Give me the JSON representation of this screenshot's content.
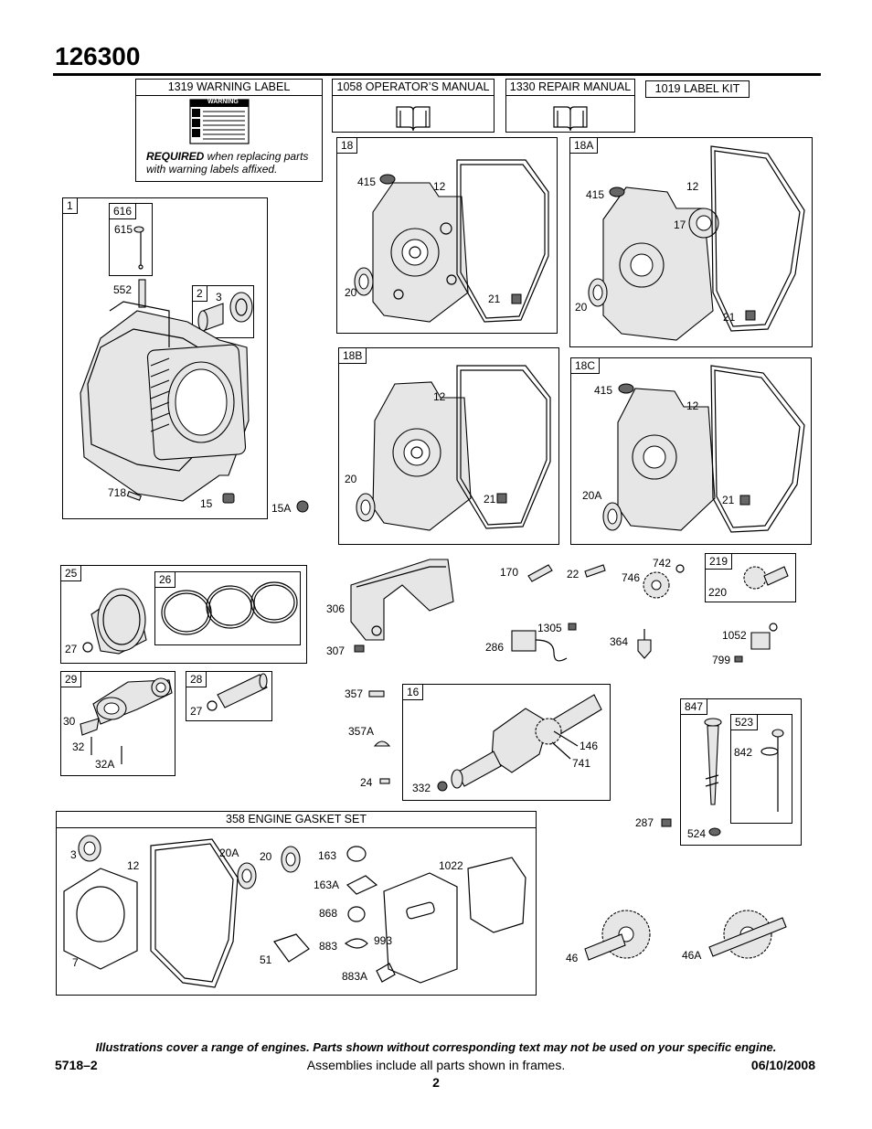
{
  "header": {
    "title": "126300"
  },
  "boxes": {
    "warning_label": "1319 WARNING LABEL",
    "warning_word": "WARNING",
    "operators_manual": "1058 OPERATOR’S MANUAL",
    "repair_manual": "1330 REPAIR MANUAL",
    "label_kit": "1019 LABEL KIT",
    "required_bold": "REQUIRED",
    "required_text": " when replacing parts with warning labels affixed.",
    "gasket_set": "358 ENGINE GASKET SET"
  },
  "frames": {
    "f1": "1",
    "f616": "616",
    "f2": "2",
    "f18": "18",
    "f18a": "18A",
    "f18b": "18B",
    "f18c": "18C",
    "f25": "25",
    "f26": "26",
    "f29": "29",
    "f28": "28",
    "f16": "16",
    "f219": "219",
    "f847": "847",
    "f523": "523"
  },
  "parts": {
    "p615": "615",
    "p552": "552",
    "p3a": "3",
    "p718": "718",
    "p15": "15",
    "p15a": "15A",
    "p415a": "415",
    "p12a": "12",
    "p20a": "20",
    "p21a": "21",
    "p415b": "415",
    "p12b": "12",
    "p17": "17",
    "p20b": "20",
    "p21b": "21",
    "p12c": "12",
    "p20c": "20",
    "p21c": "21",
    "p415d": "415",
    "p12d": "12",
    "p20ad": "20A",
    "p21d": "21",
    "p27a": "27",
    "p27b": "27",
    "p30": "30",
    "p32": "32",
    "p32a": "32A",
    "p306": "306",
    "p307": "307",
    "p170": "170",
    "p22": "22",
    "p742": "742",
    "p746": "746",
    "p220": "220",
    "p1305": "1305",
    "p286": "286",
    "p364": "364",
    "p1052": "1052",
    "p799": "799",
    "p357": "357",
    "p357a": "357A",
    "p24": "24",
    "p146": "146",
    "p741": "741",
    "p332": "332",
    "p842": "842",
    "p287": "287",
    "p524": "524",
    "g3": "3",
    "g12": "12",
    "g20a": "20A",
    "g20": "20",
    "g163": "163",
    "g163a": "163A",
    "g1022": "1022",
    "g868": "868",
    "g883": "883",
    "g993": "993",
    "g883a": "883A",
    "g7": "7",
    "g51": "51",
    "p46": "46",
    "p46a": "46A"
  },
  "footer": {
    "note": "Illustrations cover a range of engines. Parts shown without corresponding text may not be used on your specific engine.",
    "code": "5718–2",
    "assemblies": "Assemblies include all parts shown in frames.",
    "date": "06/10/2008",
    "page": "2"
  }
}
